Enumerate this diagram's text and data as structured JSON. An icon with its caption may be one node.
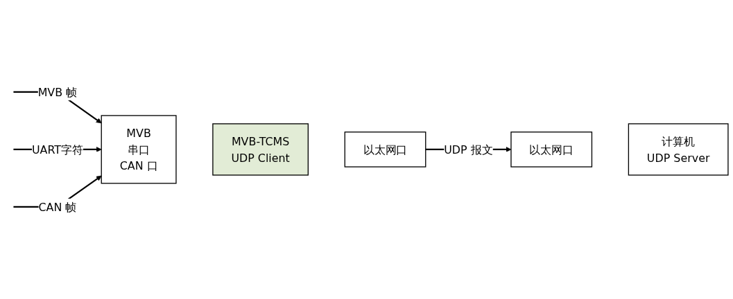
{
  "diagram": {
    "nodes": [
      {
        "text": [
          "MVB",
          "串口",
          "CAN 口"
        ]
      },
      {
        "text": [
          "MVB-TCMS",
          "UDP Client"
        ]
      },
      {
        "text": [
          "以太网口"
        ]
      },
      {
        "text": [
          "以太网口"
        ]
      },
      {
        "text": [
          "计算机",
          "UDP Server"
        ]
      }
    ],
    "edges": [
      {
        "from": null,
        "to": 0,
        "arrow": "to",
        "label": "MVB 帧"
      },
      {
        "from": null,
        "to": 0,
        "arrow": "to",
        "label": "UART字符"
      },
      {
        "from": null,
        "to": 0,
        "arrow": "to",
        "label": "CAN 帧"
      },
      {
        "from": 2,
        "to": 3,
        "arrow": "to",
        "label": "UDP 报文"
      }
    ]
  }
}
